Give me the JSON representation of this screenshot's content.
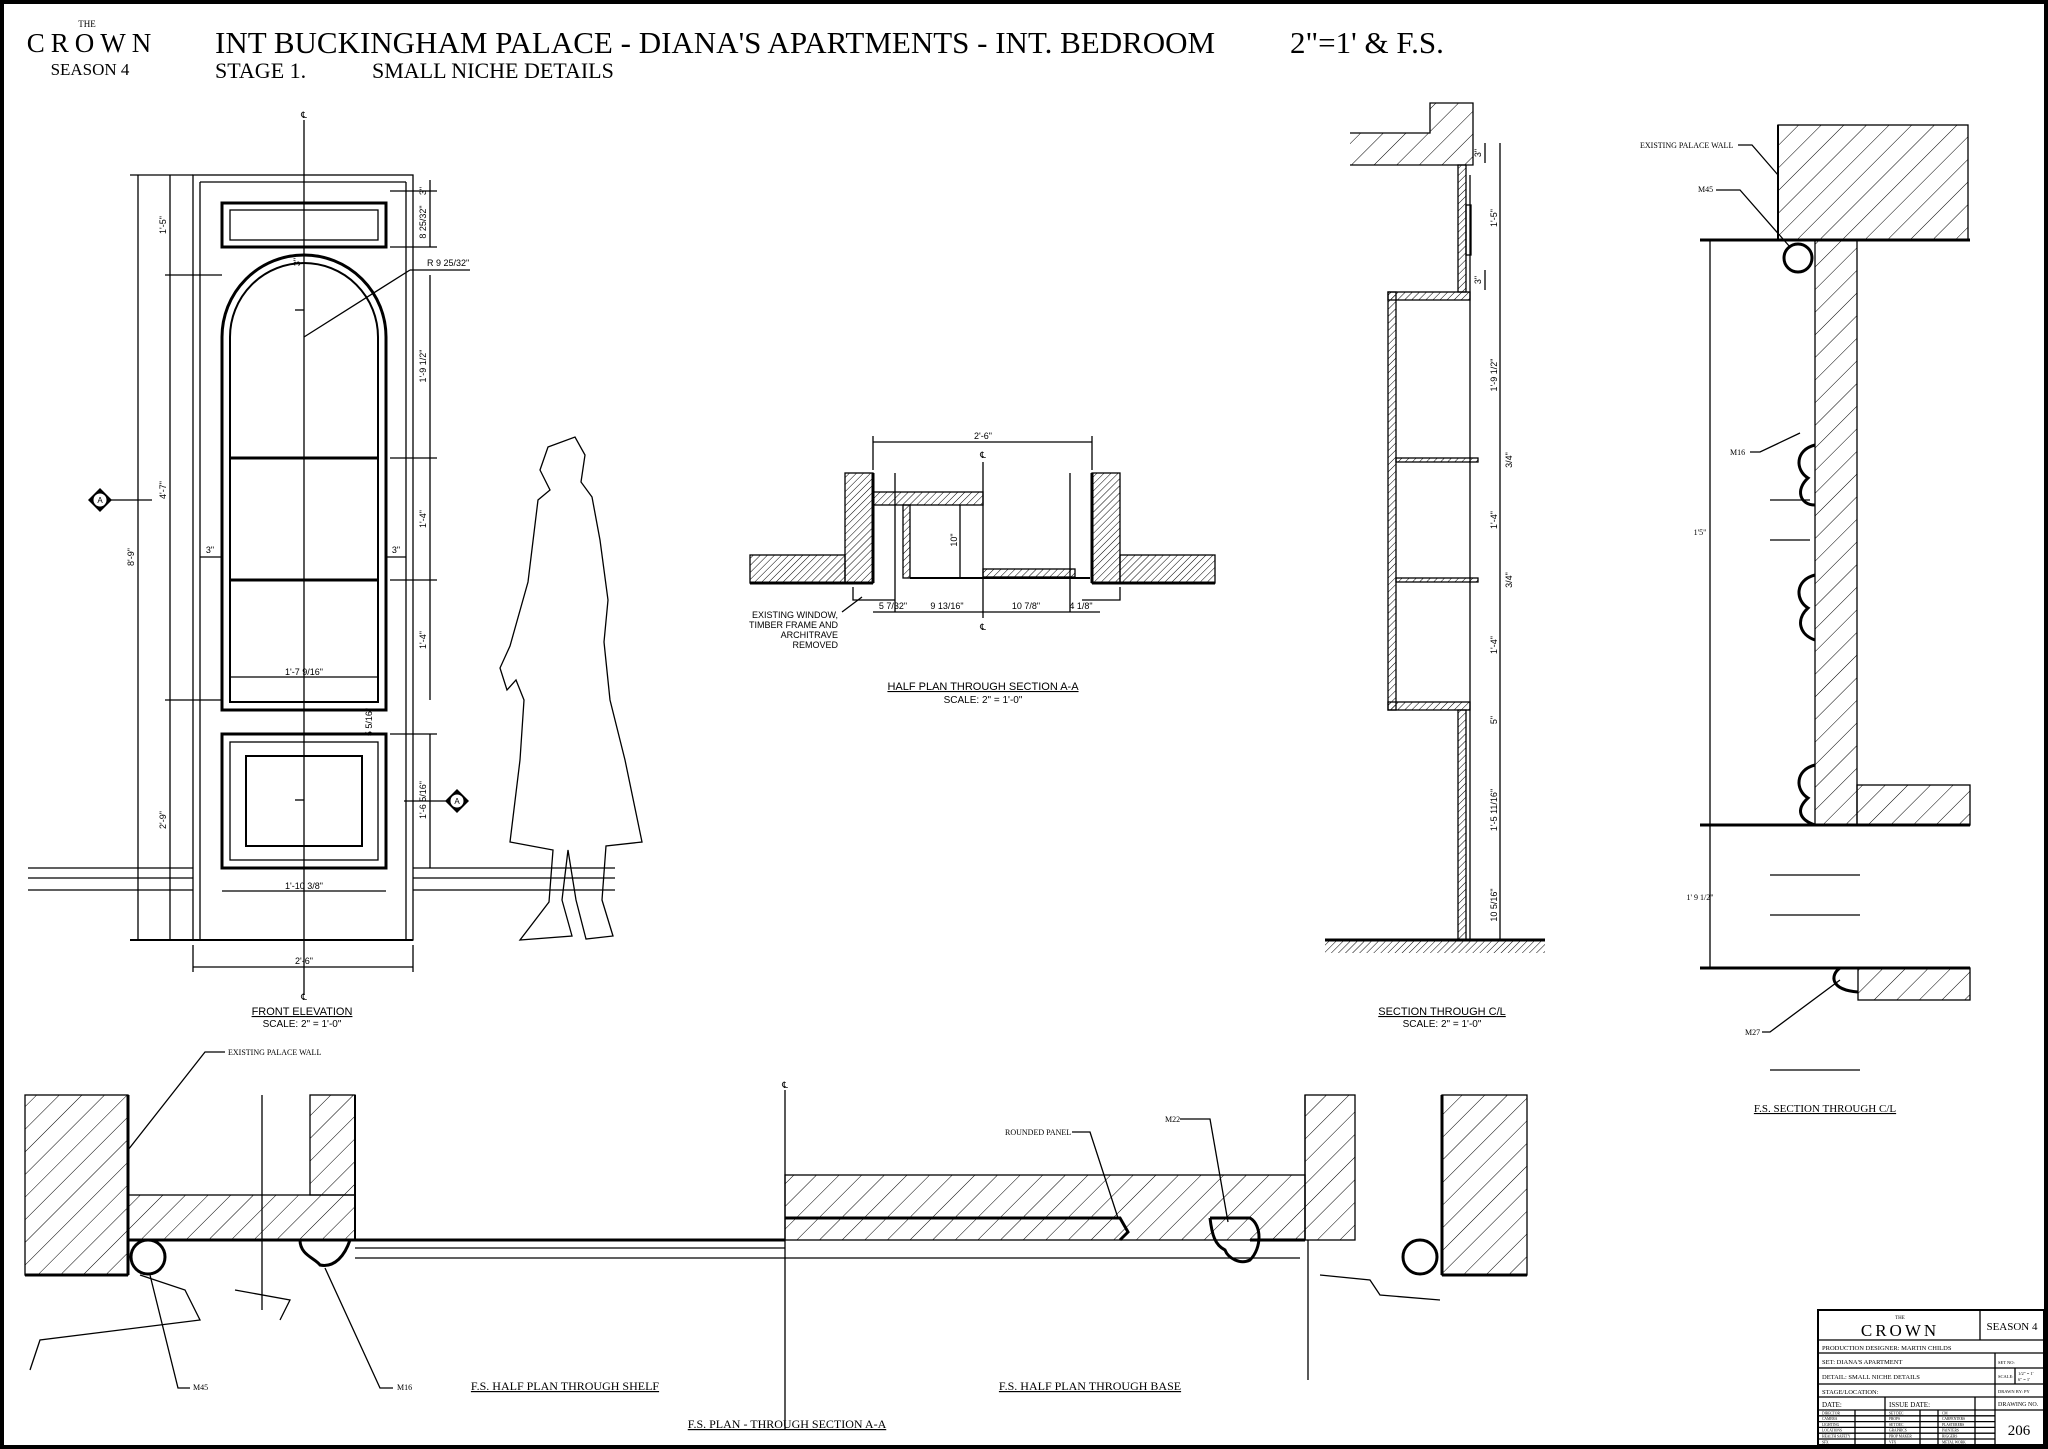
{
  "logo": {
    "the": "THE",
    "name": "CROWN",
    "season": "SEASON 4"
  },
  "header": {
    "title": "INT BUCKINGHAM PALACE - DIANA'S APARTMENTS - INT. BEDROOM",
    "scale": "2\"=1' & F.S.",
    "stage": "STAGE 1.",
    "subtitle": "SMALL NICHE DETAILS"
  },
  "cl": "℄",
  "front_elevation": {
    "title": "FRONT ELEVATION",
    "scale": "SCALE: 2\" = 1'-0\"",
    "section_marker": "A",
    "dims": {
      "overall": "8'-9\"",
      "upper": "1'-5\"",
      "middle": "4'-7\"",
      "lower": "2'-9\"",
      "top_gap": "3\"",
      "top_panel": "8 25/32\"",
      "arch_gap": "3\"",
      "radius": "R 9 25/32\"",
      "arch": "1'-9 1/2\"",
      "shelf1": "1'-4\"",
      "shelf2": "1'-4\"",
      "side_left": "3\"",
      "side_right": "3\"",
      "arch_width": "1'-7 9/16\"",
      "gap": "5 5/16\"",
      "lower_panel": "1'-6 5/16\"",
      "lower_width": "1'-10 3/8\"",
      "width": "2'-6\""
    }
  },
  "half_plan": {
    "title": "HALF PLAN THROUGH SECTION A-A",
    "scale": "SCALE: 2\" = 1'-0\"",
    "dims": {
      "width": "2'-6\"",
      "depth": "10\"",
      "d1": "5 7/32\"",
      "d2": "9 13/16\"",
      "d3": "10 7/8\"",
      "d4": "4 1/8\""
    },
    "note": [
      "EXISTING WINDOW,",
      "TIMBER FRAME AND",
      "ARCHITRAVE",
      "REMOVED"
    ]
  },
  "section_cl": {
    "title": "SECTION THROUGH C/L",
    "scale": "SCALE: 2\" = 1'-0\"",
    "dims": [
      "3\"",
      "1'-5\"",
      "3\"",
      "1'-9 1/2\"",
      "3/4\"",
      "1'-4\"",
      "3/4\"",
      "1'-4\"",
      "5\"",
      "1'-5 11/16\"",
      "10 5/16\""
    ]
  },
  "fs_section": {
    "title": "F.S. SECTION THROUGH C/L",
    "wall": "EXISTING PALACE WALL",
    "m45": "M45",
    "m16": "M16",
    "m27": "M27",
    "dim_upper": "1'5\"",
    "dim_lower": "1' 9 1/2\""
  },
  "fs_plan": {
    "wall": "EXISTING PALACE WALL",
    "rounded_panel": "ROUNDED PANEL",
    "m22": "M22",
    "m45": "M45",
    "m16": "M16",
    "shelf_title": "F.S. HALF PLAN THROUGH SHELF",
    "base_title": "F.S. HALF PLAN THROUGH BASE",
    "title": "F.S. PLAN - THROUGH SECTION A-A"
  },
  "title_block": {
    "the": "THE",
    "name": "CROWN",
    "season": "SEASON 4",
    "designer": "PRODUCTION DESIGNER: MARTIN CHILDS",
    "set": "SET: DIANA'S APARTMENT",
    "detail": "DETAIL: SMALL NICHE DETAILS",
    "stage": "STAGE/LOCATION:",
    "date": "DATE:",
    "issue_date": "ISSUE DATE:",
    "set_no": "SET NO:",
    "scale_label": "SCALE:",
    "scale_v1": "1/2\" = 1'",
    "scale_v2": "6\" = 1'",
    "drawn_by": "DRAWN BY: PY",
    "drawing_no_label": "DRAWING NO.",
    "drawing_no": "206",
    "departments": [
      [
        "DIRECTOR",
        "SET DEC",
        "CM"
      ],
      [
        "CAMERA",
        "PROPS",
        "CARPENTERS"
      ],
      [
        "LIGHTING",
        "SET DEC",
        "PLASTERERS"
      ],
      [
        "LOCATIONS",
        "GRAPHICS",
        "PAINTERS"
      ],
      [
        "HEALTH SAFETY",
        "PROP MAKER",
        "RIGGERS"
      ],
      [
        "SFX",
        "VFX",
        "METAL WORK"
      ]
    ]
  }
}
